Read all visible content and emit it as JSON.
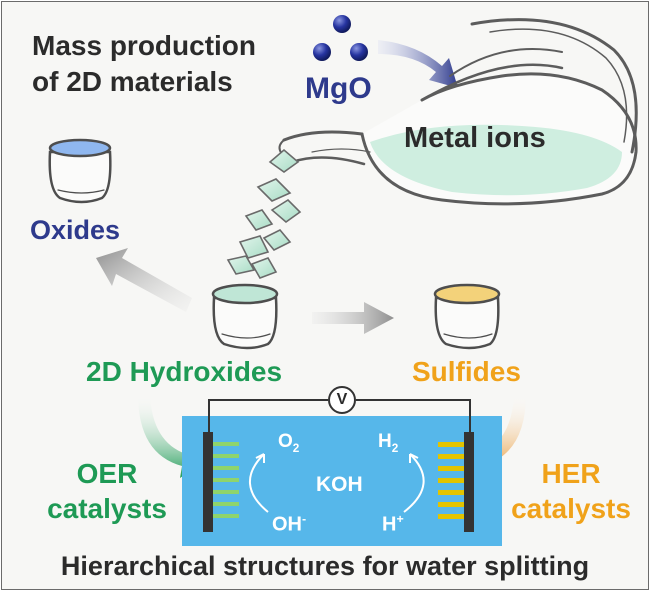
{
  "title": {
    "line1": "Mass production",
    "line2": "of 2D materials"
  },
  "reagent": "MgO",
  "pot_label": "Metal ions",
  "products": {
    "oxides": "Oxides",
    "hydroxides": "2D Hydroxides",
    "sulfides": "Sulfides"
  },
  "catalysts": {
    "oer": {
      "line1": "OER",
      "line2": "catalysts"
    },
    "her": {
      "line1": "HER",
      "line2": "catalysts"
    }
  },
  "cell": {
    "meter": "V",
    "electrolyte": "KOH",
    "anode_product": "O",
    "anode_product_sub": "2",
    "anode_reactant": "OH",
    "anode_reactant_sup": "-",
    "cathode_product": "H",
    "cathode_product_sub": "2",
    "cathode_reactant": "H",
    "cathode_reactant_sup": "+"
  },
  "footer": "Hierarchical structures for water splitting",
  "colors": {
    "navy": "#2e3a8c",
    "green": "#1e9a55",
    "orange": "#f0a21a",
    "cell_blue": "#56b7ea",
    "liquid_mint": "#bfe6d6",
    "liquid_blue": "#8fb7ef",
    "liquid_yellow": "#f3d27a",
    "electrode": "#333333",
    "her_bars": "#e2c400"
  }
}
